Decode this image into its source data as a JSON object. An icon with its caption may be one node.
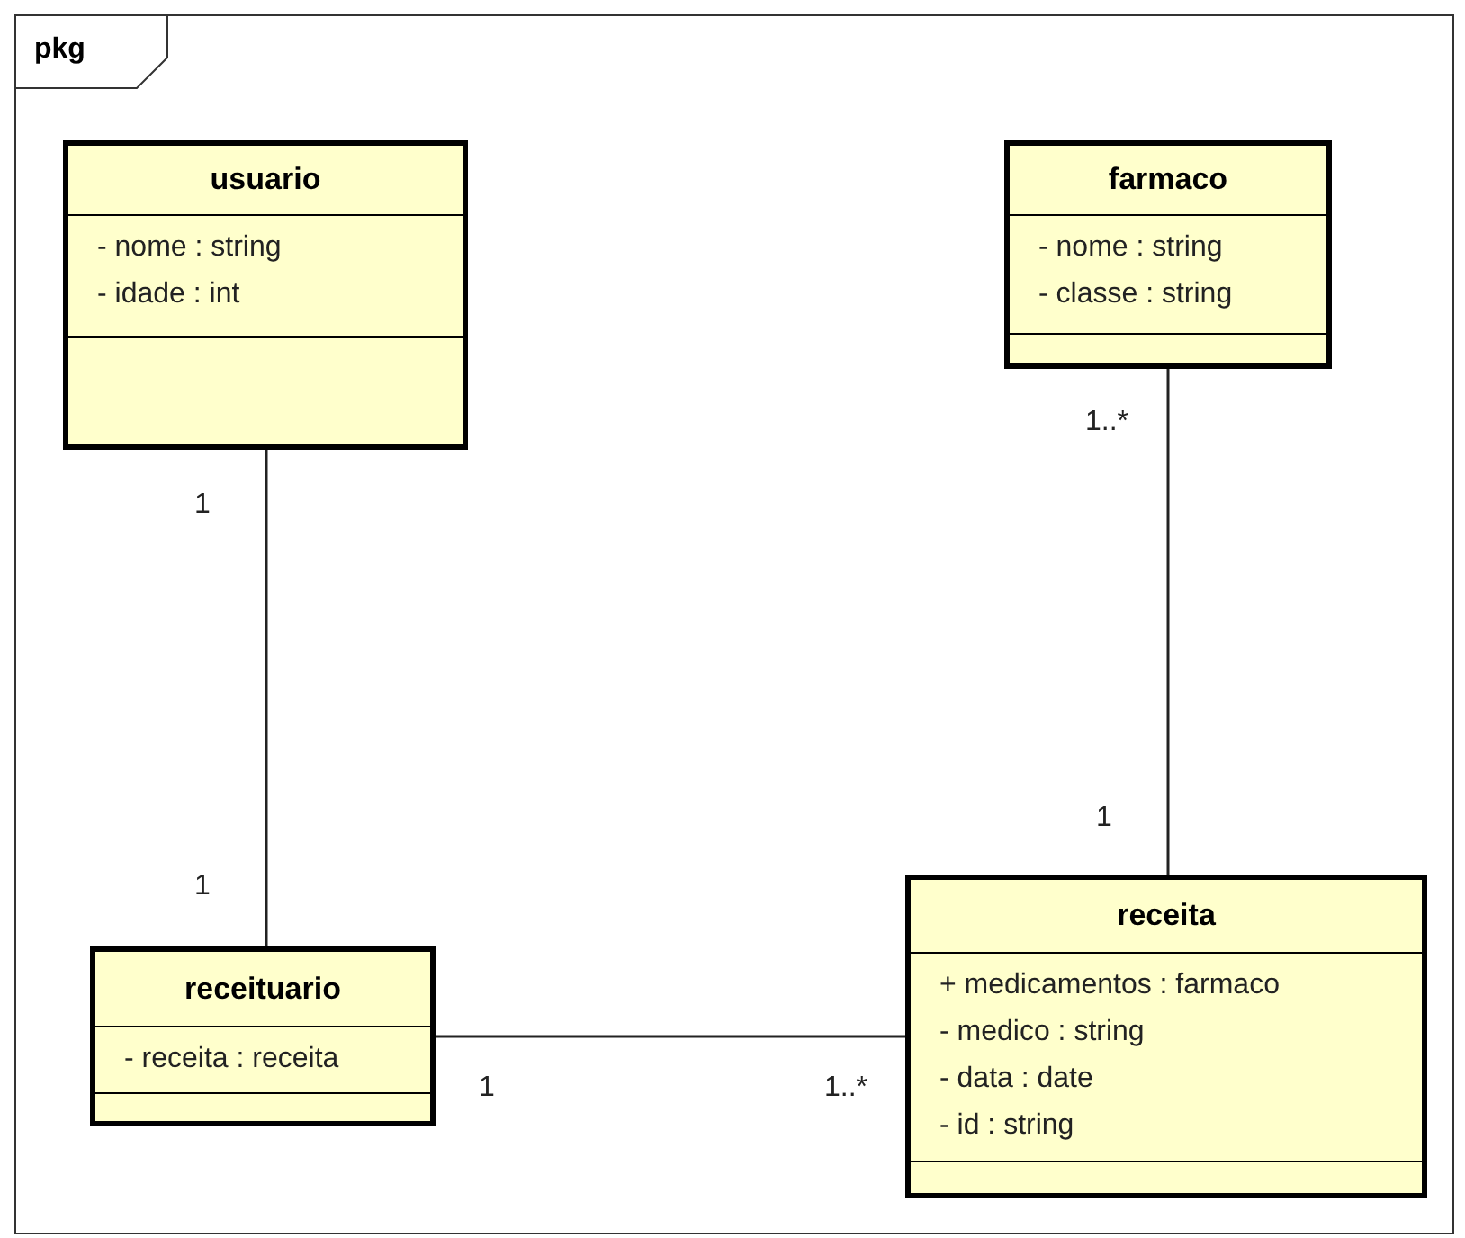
{
  "diagram": {
    "nodes": [
      {
        "text": [
          "pkg"
        ]
      },
      {
        "text": [
          "usuario",
          "- nome : string",
          "- idade : int"
        ],
        "in": 0
      },
      {
        "text": [
          "farmaco",
          "- nome : string",
          "- classe : string"
        ],
        "in": 0
      },
      {
        "text": [
          "receituario",
          "- receita : receita"
        ],
        "in": 0
      },
      {
        "text": [
          "receita",
          "+ medicamentos : farmaco",
          "- medico : string",
          "- data : date",
          "- id : string"
        ],
        "in": 0
      }
    ],
    "edges": [
      {
        "from": 1,
        "to": 3,
        "arrow": "none"
      },
      {
        "from": 3,
        "to": 4,
        "arrow": "none"
      },
      {
        "from": 2,
        "to": 4,
        "arrow": "none"
      }
    ],
    "labels": [
      "1..*",
      "1",
      "1",
      "1",
      "1",
      "1..*"
    ]
  }
}
